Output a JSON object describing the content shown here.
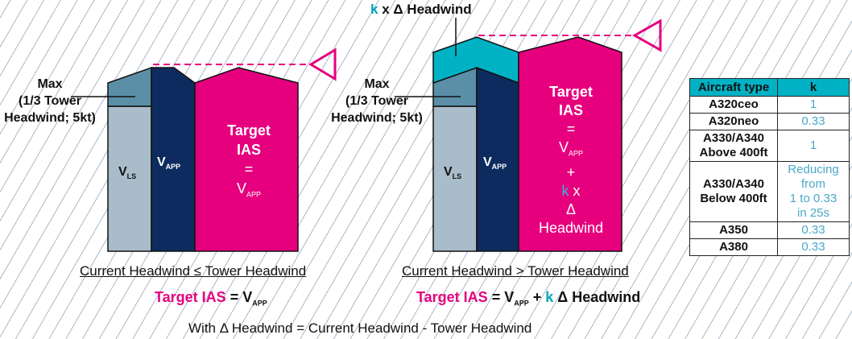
{
  "left": {
    "max_label": [
      "Max",
      "(1/3 Tower",
      "Headwind; 5kt)"
    ],
    "vls_main": "V",
    "vls_sub": "LS",
    "vapp_main": "V",
    "vapp_sub": "APP",
    "target_lines": [
      "Target",
      "IAS",
      "=",
      "V"
    ],
    "target_sub": "APP",
    "caption": "Current Headwind  ≤ Tower Headwind",
    "formula_pre": "Target IAS",
    "formula_eq": " = V",
    "formula_sub": "APP"
  },
  "right": {
    "top_label_k": "k",
    "top_label_rest": " x Δ Headwind",
    "max_label": [
      "Max",
      "(1/3 Tower",
      "Headwind; 5kt)"
    ],
    "vls_main": "V",
    "vls_sub": "LS",
    "vapp_main": "V",
    "vapp_sub": "APP",
    "target_lines": [
      "Target",
      "IAS",
      "=",
      "V"
    ],
    "target_sub": "APP",
    "plus": "+",
    "k": "k",
    "x": " x",
    "delta_headwind": "Δ Headwind",
    "caption": "Current Headwind  > Tower Headwind",
    "formula_pre": "Target IAS",
    "formula_eq": " = V",
    "formula_sub": "APP",
    "formula_plus": " + ",
    "formula_k": "k",
    "formula_rest": " Δ Headwind"
  },
  "footer": "With Δ Headwind = Current Headwind - Tower Headwind",
  "table": {
    "headers": [
      "Aircraft type",
      "k"
    ],
    "rows": [
      {
        "aircraft": [
          "A320ceo"
        ],
        "k": [
          "1"
        ]
      },
      {
        "aircraft": [
          "A320neo"
        ],
        "k": [
          "0.33"
        ]
      },
      {
        "aircraft": [
          "A330/A340",
          "Above 400ft"
        ],
        "k": [
          "1"
        ]
      },
      {
        "aircraft": [
          "A330/A340",
          "Below 400ft"
        ],
        "k": [
          "Reducing",
          "from",
          "1 to 0.33",
          "in 25s"
        ]
      },
      {
        "aircraft": [
          "A350"
        ],
        "k": [
          "0.33"
        ]
      },
      {
        "aircraft": [
          "A380"
        ],
        "k": [
          "0.33"
        ]
      }
    ]
  },
  "colors": {
    "vls": "#a9bcc9",
    "vapp": "#0d2b5e",
    "target": "#e6007e",
    "max_block": "#5b8fa8",
    "k_block": "#00b2c4",
    "marker": "#e6007e"
  }
}
